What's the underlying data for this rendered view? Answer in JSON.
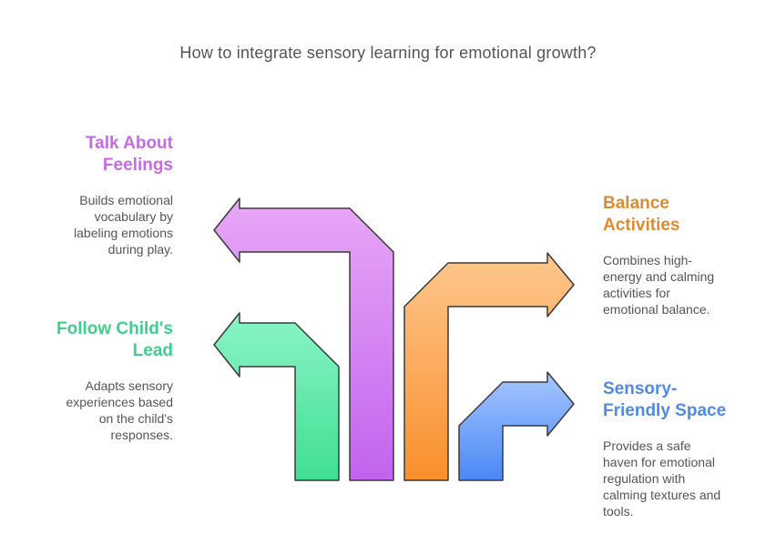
{
  "title": "How to integrate sensory learning for emotional growth?",
  "colors": {
    "purple": "#c56be6",
    "green": "#3fcf8e",
    "orange": "#e08a2e",
    "blue": "#4f8ae8"
  },
  "items": {
    "talk": {
      "title": "Talk About\nFeelings",
      "desc": "Builds emotional\nvocabulary by\nlabeling emotions\nduring play."
    },
    "follow": {
      "title": "Follow Child's\nLead",
      "desc": "Adapts sensory\nexperiences based\non the child's\nresponses."
    },
    "balance": {
      "title": "Balance\nActivities",
      "desc": "Combines high-\nenergy and calming\nactivities for\nemotional balance."
    },
    "sensory": {
      "title": "Sensory-\nFriendly Space",
      "desc": "Provides a safe\nhaven for emotional\nregulation with\ncalming textures and\ntools."
    }
  }
}
